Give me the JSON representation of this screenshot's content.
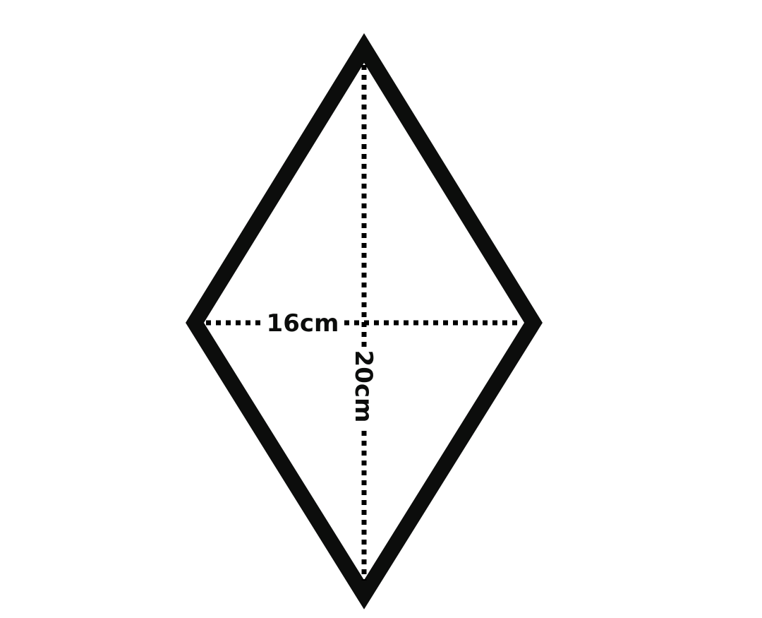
{
  "diagram": {
    "shape": "rhombus",
    "colors": {
      "outline": "#0c0d0c",
      "diagonal": "#000000",
      "label": "#0c0d0c",
      "background": "#ffffff"
    },
    "diagonals": {
      "horizontal": {
        "label": "16cm"
      },
      "vertical": {
        "label": "20cm"
      }
    }
  }
}
